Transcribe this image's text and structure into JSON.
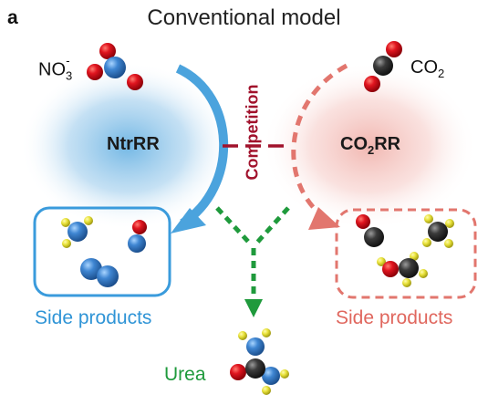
{
  "panel_label": "a",
  "title": "Conventional model",
  "nitrate": {
    "base": "NO",
    "sub": "3",
    "sup": "-"
  },
  "co2": {
    "base": "CO",
    "sub": "2"
  },
  "ntrrr_label": "NtrRR",
  "co2rr": {
    "base": "CO",
    "sub": "2",
    "rest": "RR"
  },
  "competition_label": "Competition",
  "left_side_label": "Side products",
  "right_side_label": "Side products",
  "urea_label": "Urea",
  "colors": {
    "blue": "#4ba3dd",
    "pink": "#e2766e",
    "green": "#1f9a3c",
    "maroon": "#a1122c",
    "oxygen": "#e0151f",
    "nitrogen": "#3f86d2",
    "carbon": "#3b3b3b",
    "hydrogen": "#e8e23a"
  }
}
